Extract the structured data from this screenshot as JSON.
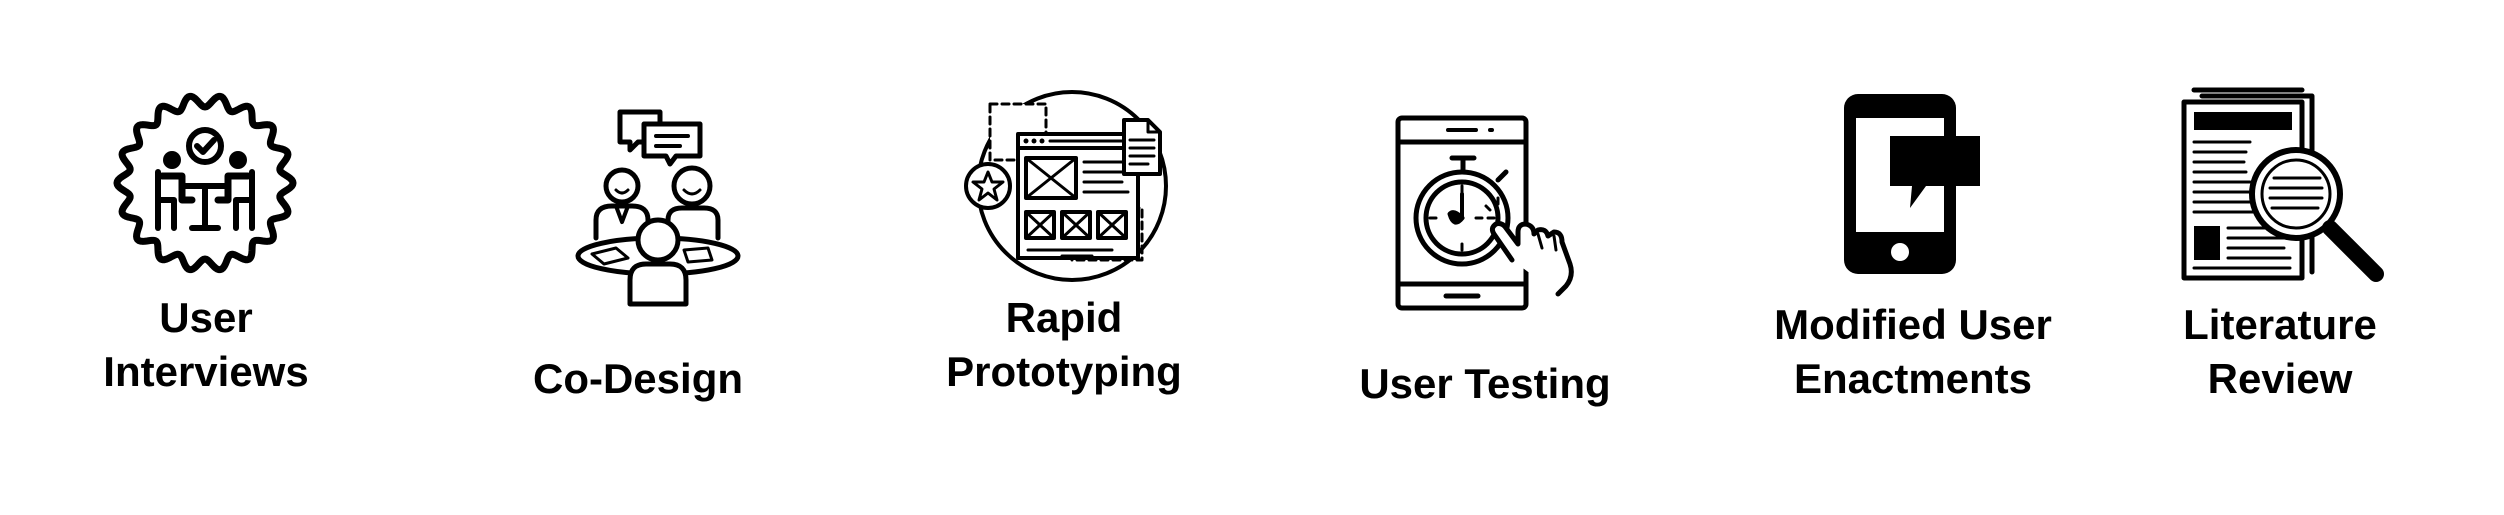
{
  "methods": [
    {
      "id": "user-interviews",
      "icon": "interview-badge-icon",
      "label_lines": [
        "User",
        "Interviews"
      ]
    },
    {
      "id": "co-design",
      "icon": "group-discussion-icon",
      "label_lines": [
        "Co-Design"
      ]
    },
    {
      "id": "rapid-prototyping",
      "icon": "wireframe-prototype-icon",
      "label_lines": [
        "Rapid",
        "Prototyping"
      ]
    },
    {
      "id": "user-testing",
      "icon": "tablet-stopwatch-tap-icon",
      "label_lines": [
        "User Testing"
      ]
    },
    {
      "id": "modified-user-enactments",
      "icon": "phone-chat-icon",
      "label_lines": [
        "Modified User",
        "Enactments"
      ]
    },
    {
      "id": "literature-review",
      "icon": "document-magnifier-icon",
      "label_lines": [
        "Literature",
        "Review"
      ]
    }
  ],
  "colors": {
    "ink": "#000000",
    "background": "#ffffff"
  }
}
